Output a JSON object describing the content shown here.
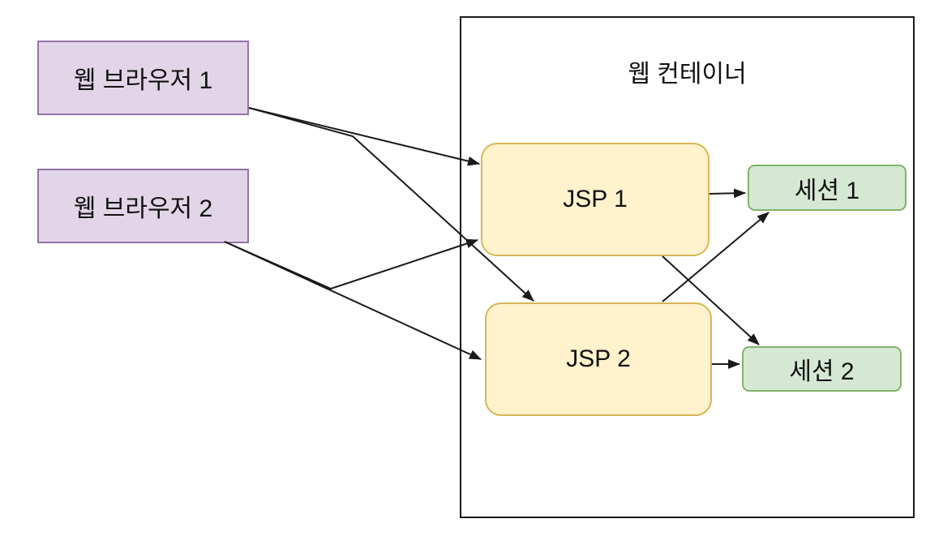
{
  "diagram": {
    "type": "flow-diagram",
    "nodes": {
      "browser1": {
        "label": "웹 브라우저 1",
        "shape": "rectangle"
      },
      "browser2": {
        "label": "웹 브라우저 2",
        "shape": "rectangle"
      },
      "container": {
        "label": "웹 컨테이너",
        "shape": "container-rectangle"
      },
      "jsp1": {
        "label": "JSP 1",
        "shape": "rounded-rectangle"
      },
      "jsp2": {
        "label": "JSP 2",
        "shape": "rounded-rectangle"
      },
      "session1": {
        "label": "세션 1",
        "shape": "rounded-rectangle"
      },
      "session2": {
        "label": "세션 2",
        "shape": "rounded-rectangle"
      }
    },
    "edges": [
      {
        "from": "웹 브라우저 1",
        "to": "JSP 1",
        "style": "arrow"
      },
      {
        "from": "웹 브라우저 1",
        "to": "JSP 2",
        "style": "arrow"
      },
      {
        "from": "웹 브라우저 2",
        "to": "JSP 1",
        "style": "arrow"
      },
      {
        "from": "웹 브라우저 2",
        "to": "JSP 2",
        "style": "arrow"
      },
      {
        "from": "JSP 1",
        "to": "세션 1",
        "style": "arrow"
      },
      {
        "from": "JSP 1",
        "to": "세션 2",
        "style": "arrow"
      },
      {
        "from": "JSP 2",
        "to": "세션 1",
        "style": "arrow"
      },
      {
        "from": "JSP 2",
        "to": "세션 2",
        "style": "arrow"
      }
    ],
    "colors": {
      "background": "#ffffff",
      "purple_fill": "#e1d5e7",
      "purple_stroke": "#9673a6",
      "yellow_fill": "#fff2cc",
      "yellow_stroke": "#d6b656",
      "green_fill": "#d5e8d4",
      "green_stroke": "#82b366",
      "container_fill": "#ffffff",
      "container_stroke": "#1a1a1a",
      "arrow": "#1a1a1a",
      "text": "#111111"
    }
  }
}
